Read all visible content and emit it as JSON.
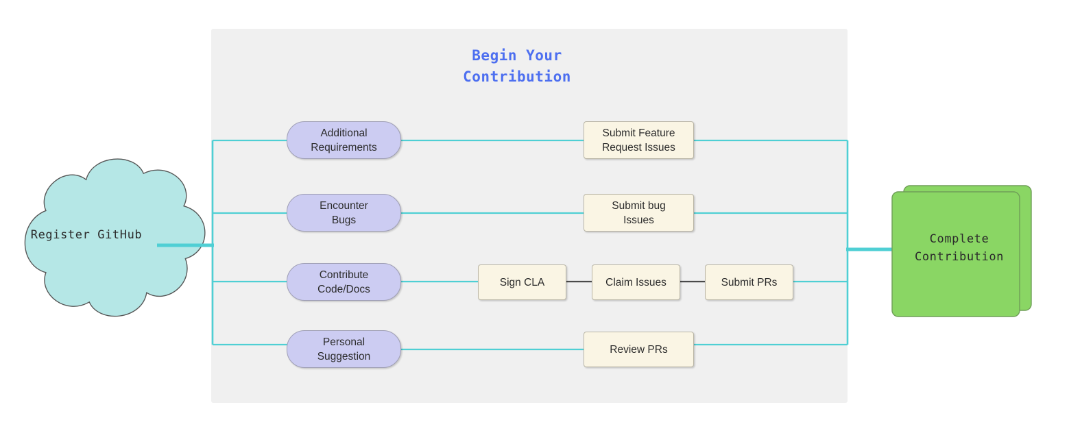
{
  "diagram": {
    "title": "Begin Your\nContribution",
    "title_color": "#4d6ff0",
    "panel_color": "#f0f0f0",
    "start": {
      "label": "Register GitHub",
      "shape": "cloud",
      "fill": "#b5e7e6",
      "stroke": "#555555"
    },
    "end": {
      "label": "Complete\nContribution",
      "shape": "stacked-documents",
      "fill": "#8ad664",
      "stroke": "#6f9e58"
    },
    "branches": [
      {
        "trigger": "Additional\nRequirements",
        "steps": [
          "Submit Feature\nRequest Issues"
        ]
      },
      {
        "trigger": "Encounter\nBugs",
        "steps": [
          "Submit bug\nIssues"
        ]
      },
      {
        "trigger": "Contribute\nCode/Docs",
        "steps": [
          "Sign CLA",
          "Claim Issues",
          "Submit PRs"
        ]
      },
      {
        "trigger": "Personal\nSuggestion",
        "steps": [
          "Review PRs"
        ]
      }
    ],
    "colors": {
      "trigger_fill": "#ccccf2",
      "trigger_stroke": "#9f9fb5",
      "step_fill": "#faf5e4",
      "step_stroke": "#b9b5a6",
      "connector_cyan": "#4fcfd4",
      "connector_dark": "#4a4a4a"
    }
  }
}
